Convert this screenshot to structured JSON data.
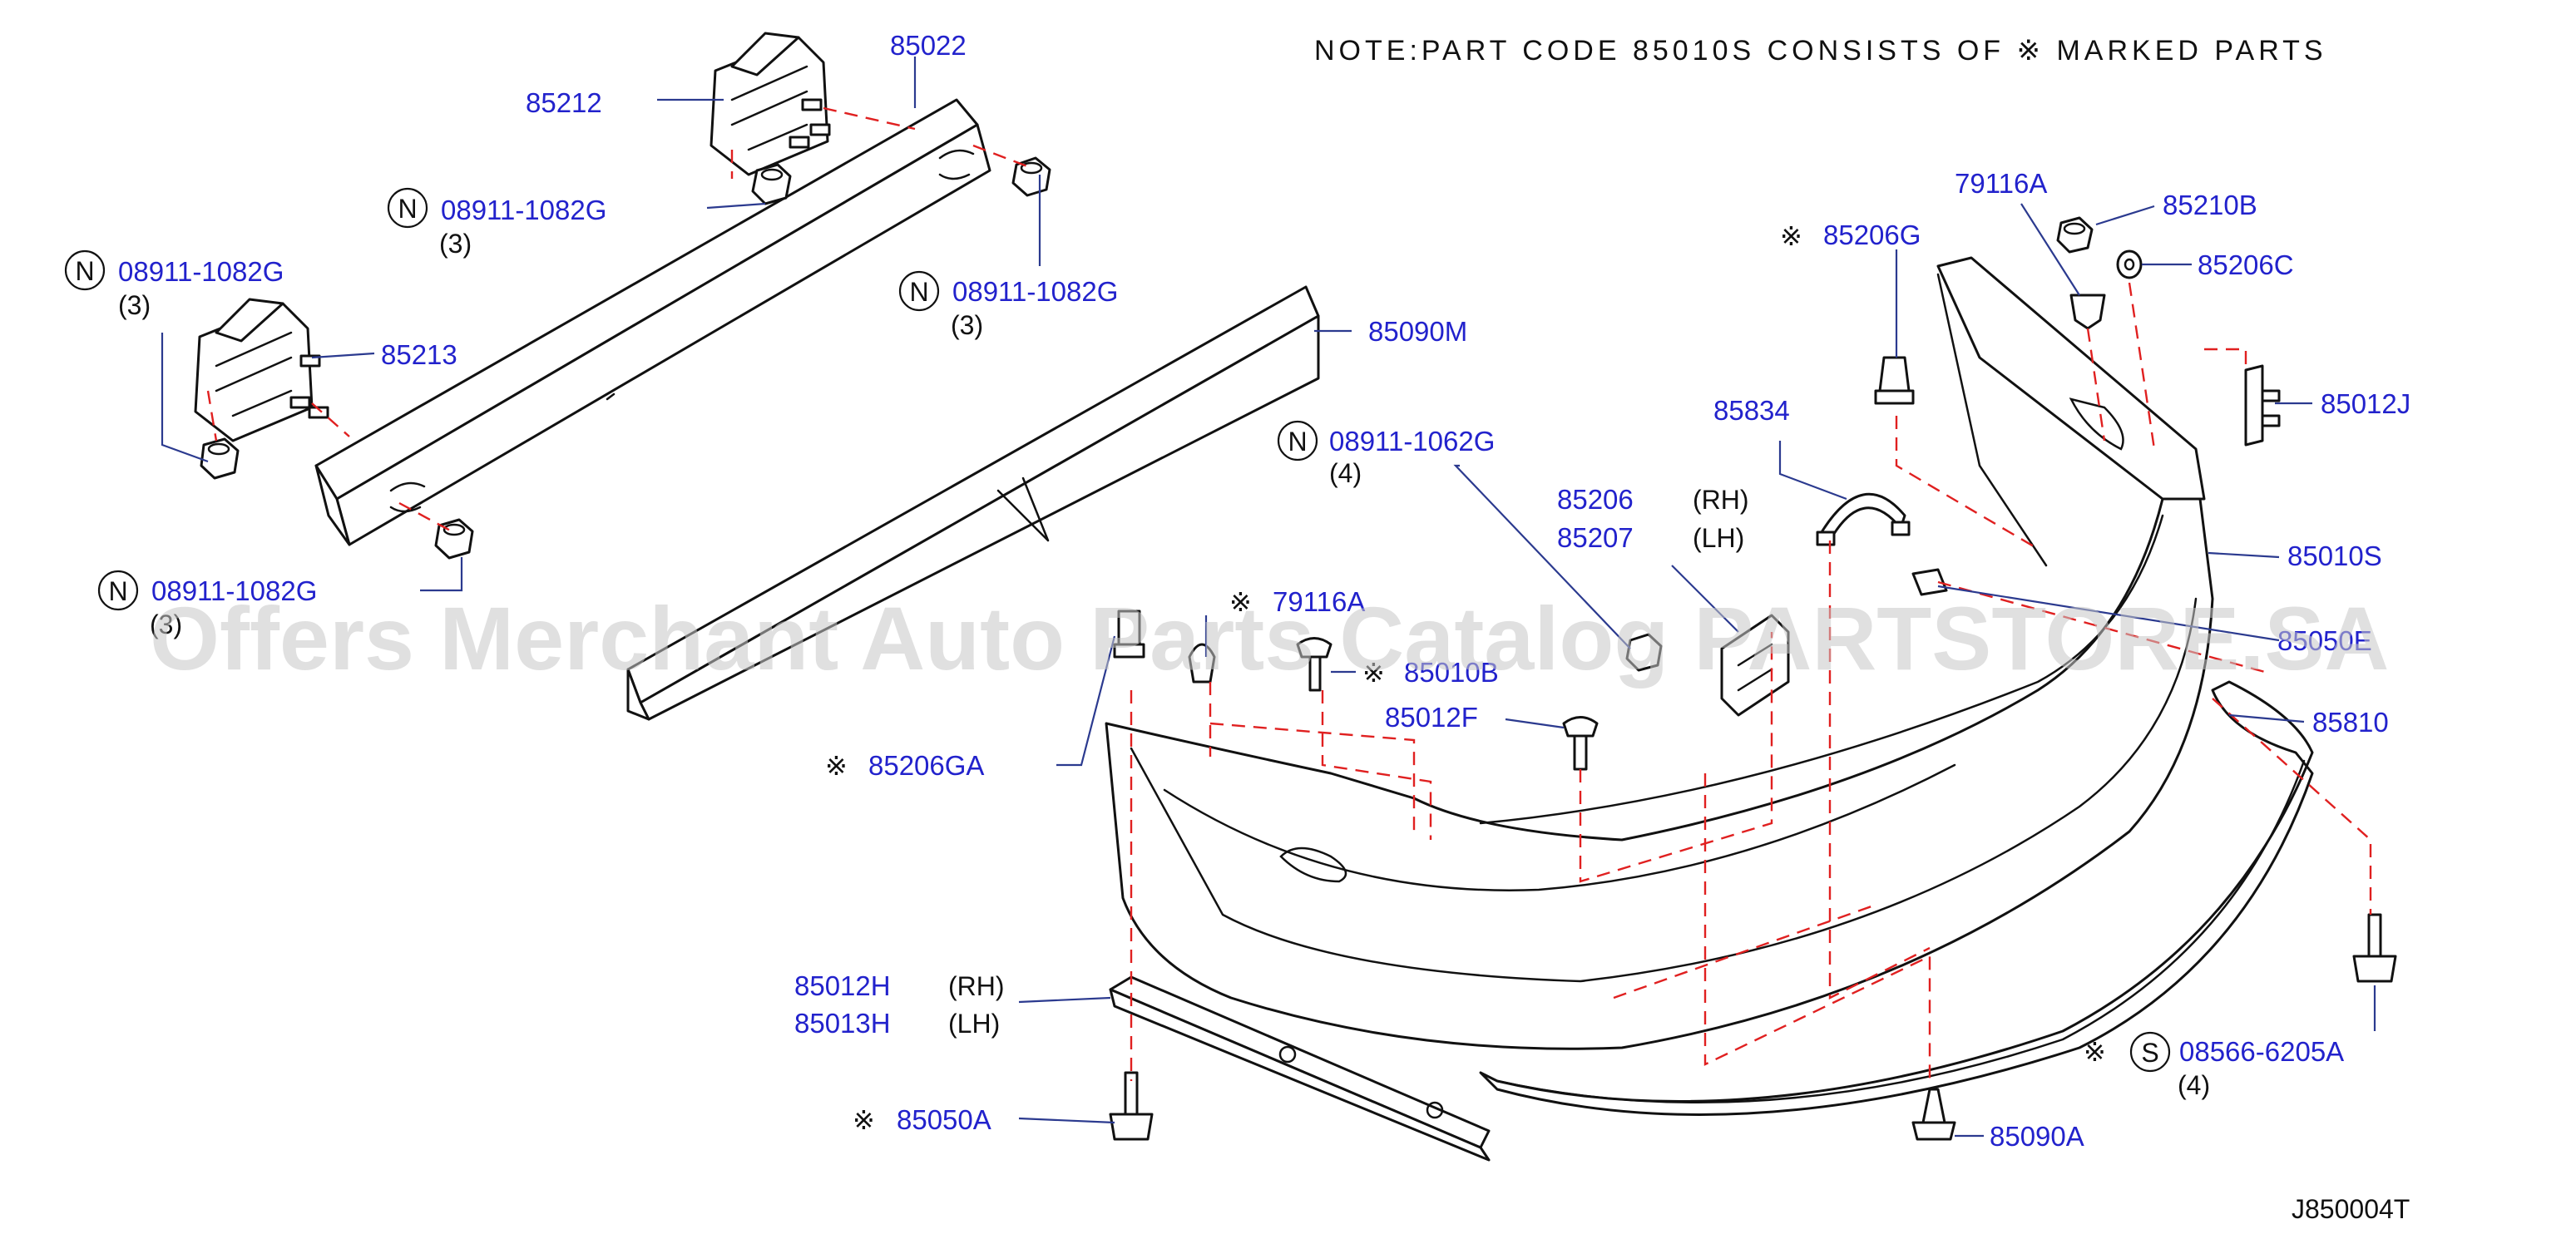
{
  "note": "NOTE:PART CODE 85010S CONSISTS OF  ※  MARKED PARTS",
  "diagram_code": "J850004T",
  "watermark": "Offers Merchant Auto Parts Catalog PARTSTORE.SA",
  "labels": {
    "p85022": "85022",
    "p85212": "85212",
    "p85213": "85213",
    "n1_code": "08911-1082G",
    "n1_qty": "(3)",
    "n2_code": "08911-1082G",
    "n2_qty": "(3)",
    "n3_code": "08911-1082G",
    "n3_qty": "(3)",
    "n4_code": "08911-1082G",
    "n4_qty": "(3)",
    "n5_code": "08911-1062G",
    "n5_qty": "(4)",
    "p85090M": "85090M",
    "p85834": "85834",
    "p85206": "85206",
    "p85206_side": "(RH)",
    "p85207": "85207",
    "p85207_side": "(LH)",
    "p85206G": "85206G",
    "p79116A_top": "79116A",
    "p85210B": "85210B",
    "p85206C": "85206C",
    "p85012J": "85012J",
    "p85010S": "85010S",
    "p85050E": "85050E",
    "p85810": "85810",
    "p79116A_mid": "79116A",
    "p85010B": "85010B",
    "p85012F": "85012F",
    "p85206GA": "85206GA",
    "p85012H": "85012H",
    "p85012H_side": "(RH)",
    "p85013H": "85013H",
    "p85013H_side": "(LH)",
    "p85050A": "85050A",
    "s_code": "08566-6205A",
    "s_qty": "(4)",
    "p85090A": "85090A"
  },
  "symbols": {
    "nut": "N",
    "screw": "S",
    "marked": "※"
  },
  "colors": {
    "part_number": "#2222cc",
    "leader": "#2b3a8f",
    "dashed_line": "#e02020",
    "outline": "#111111"
  }
}
